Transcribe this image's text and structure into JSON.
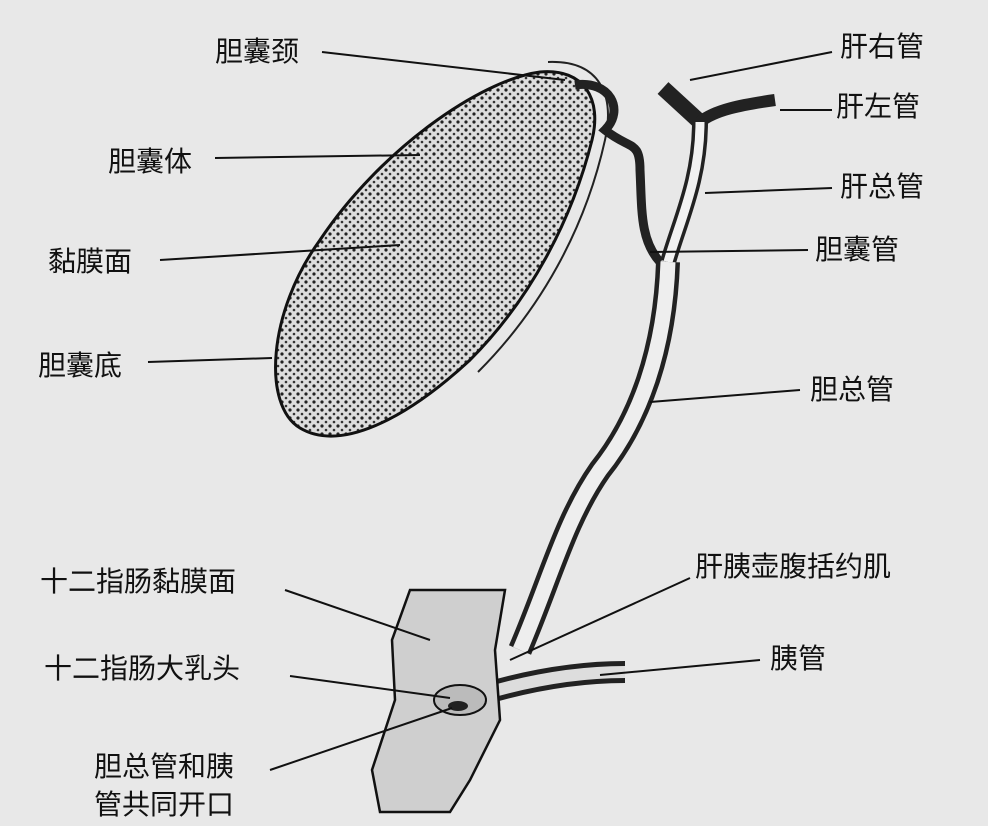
{
  "labels": {
    "gallbladder_neck": "胆囊颈",
    "gallbladder_body": "胆囊体",
    "mucosa": "黏膜面",
    "gallbladder_fundus": "胆囊底",
    "right_hepatic_duct": "肝右管",
    "left_hepatic_duct": "肝左管",
    "common_hepatic_duct": "肝总管",
    "cystic_duct": "胆囊管",
    "common_bile_duct": "胆总管",
    "sphincter_of_oddi": "肝胰壶腹括约肌",
    "pancreatic_duct": "胰管",
    "duodenal_mucosa": "十二指肠黏膜面",
    "major_duodenal_papilla": "十二指肠大乳头",
    "common_opening_line1": "胆总管和胰",
    "common_opening_line2": "管共同开口"
  }
}
